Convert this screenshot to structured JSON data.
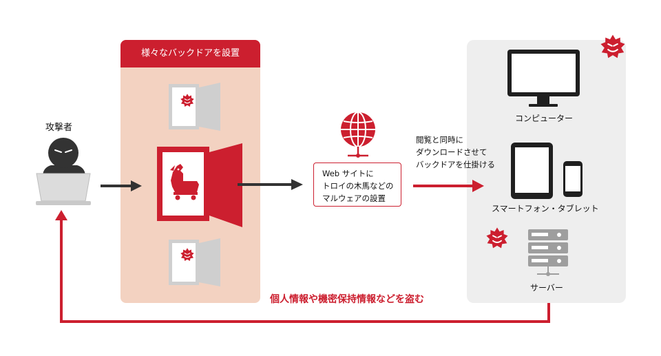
{
  "attacker": {
    "label": "攻撃者"
  },
  "backdoor_panel": {
    "title": "様々なバックドアを設置"
  },
  "website": {
    "lines": [
      "Web サイトに",
      "トロイの木馬などの",
      "マルウェアの設置"
    ]
  },
  "infection_note": {
    "lines": [
      "閲覧と同時に",
      "ダウンロードさせて",
      "バックドアを仕掛ける"
    ]
  },
  "devices": {
    "computer_label": "コンピューター",
    "mobile_label": "スマートフォン・タブレット",
    "server_label": "サーバー"
  },
  "steal_caption": "個人情報や機密保持情報などを盗む",
  "colors": {
    "accent": "#cc1f2f",
    "panel_pink": "#f3d2c1",
    "panel_gray": "#eeeeee",
    "dark": "#333333"
  },
  "icons": [
    "attacker-icon",
    "door-icon",
    "trojan-horse-icon",
    "globe-network-icon",
    "monitor-icon",
    "tablet-icon",
    "smartphone-icon",
    "server-rack-icon",
    "malware-icon"
  ]
}
